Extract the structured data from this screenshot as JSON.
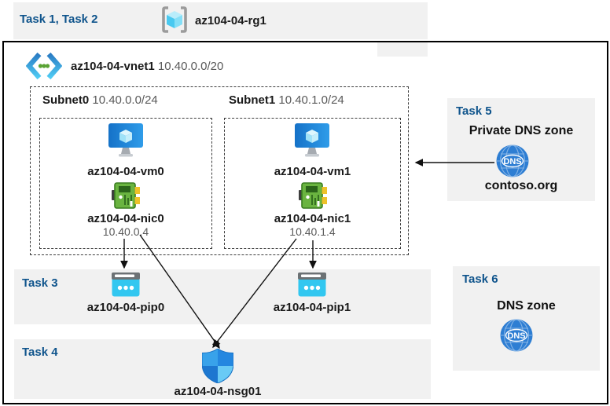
{
  "header": {
    "tasks_label": "Task 1, Task 2",
    "resource_group": "az104-04-rg1"
  },
  "vnet": {
    "name": "az104-04-vnet1",
    "cidr": "10.40.0.0/20"
  },
  "subnets": [
    {
      "name": "Subnet0",
      "cidr": "10.40.0.0/24",
      "vm": "az104-04-vm0",
      "nic": "az104-04-nic0",
      "ip": "10.40.0.4"
    },
    {
      "name": "Subnet1",
      "cidr": "10.40.1.0/24",
      "vm": "az104-04-vm1",
      "nic": "az104-04-nic1",
      "ip": "10.40.1.4"
    }
  ],
  "task3": {
    "label": "Task 3",
    "pips": [
      "az104-04-pip0",
      "az104-04-pip1"
    ]
  },
  "task4": {
    "label": "Task 4",
    "nsg": "az104-04-nsg01"
  },
  "task5": {
    "label": "Task 5",
    "title": "Private DNS zone",
    "zone": "contoso.org",
    "icon_text": "DNS"
  },
  "task6": {
    "label": "Task 6",
    "title": "DNS zone",
    "icon_text": "DNS"
  },
  "colors": {
    "task_label_blue": "#0f548c",
    "panel_gray": "#f1f1f1",
    "secondary_text": "#595959",
    "dns_blue": "#2e7ed3",
    "pip_cyan": "#32c7f0",
    "nic_green": "#6ab440",
    "vm_blue": "#2288d9"
  }
}
